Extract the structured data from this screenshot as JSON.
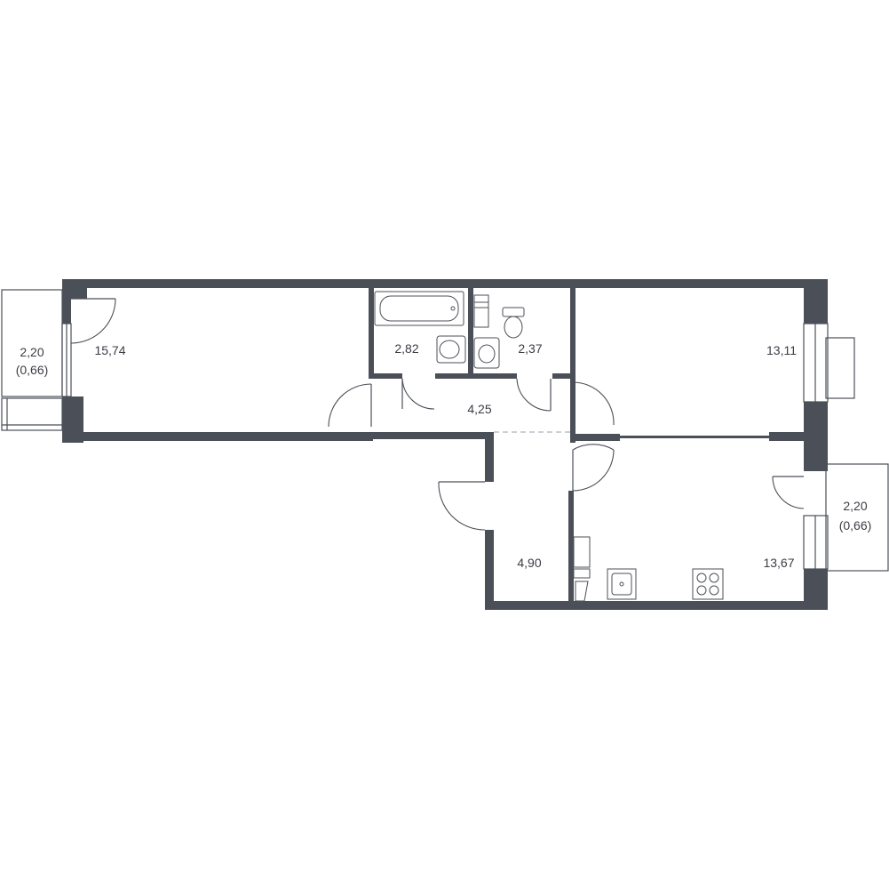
{
  "colors": {
    "wall": "#4b4f57",
    "line": "#4b4f57",
    "background": "#ffffff"
  },
  "rooms": {
    "balcony_left": {
      "area": "2,20",
      "area_reduced": "(0,66)"
    },
    "living_room": {
      "area": "15,74"
    },
    "bathroom": {
      "area": "2,82"
    },
    "toilet": {
      "area": "2,37"
    },
    "corridor": {
      "area": "4,25"
    },
    "bedroom": {
      "area": "13,11"
    },
    "hallway": {
      "area": "4,90"
    },
    "kitchen": {
      "area": "13,67"
    },
    "balcony_right": {
      "area": "2,20",
      "area_reduced": "(0,66)"
    }
  },
  "icons": [
    "bathtub-icon",
    "washbasin-icon",
    "toilet-icon",
    "washing-machine-icon",
    "sink-icon",
    "stove-icon",
    "door-swing-icon"
  ]
}
